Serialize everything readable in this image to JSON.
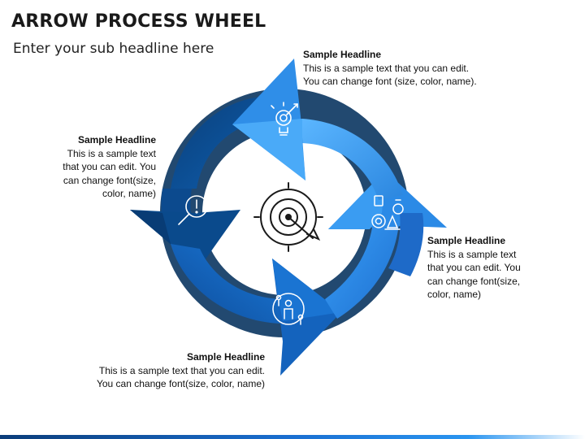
{
  "header": {
    "title": "ARROW PROCESS WHEEL",
    "subtitle": "Enter your sub headline here"
  },
  "steps": [
    {
      "id": "top",
      "headline": "Sample Headline",
      "lines": [
        "This is a sample text that you can edit.",
        "You can change font (size, color, name)."
      ],
      "icon": "lightbulb-target-icon",
      "color": "#3a9ae8"
    },
    {
      "id": "right",
      "headline": "Sample Headline",
      "lines": [
        "This is a sample text",
        "that you can edit. You",
        "can change font(size,",
        "color, name)"
      ],
      "icon": "award-goal-icon",
      "color": "#2f86e0"
    },
    {
      "id": "bottom",
      "headline": "Sample Headline",
      "lines": [
        "This is a sample text that you can edit.",
        "You can change font(size, color, name)"
      ],
      "icon": "team-person-icon",
      "color": "#1462bd"
    },
    {
      "id": "left",
      "headline": "Sample Headline",
      "lines": [
        "This is a sample text",
        "that you can edit. You",
        "can change font(size,",
        "color, name)"
      ],
      "icon": "search-alert-icon",
      "color": "#0b4f94"
    }
  ],
  "center_icon": "target-arrow-icon"
}
